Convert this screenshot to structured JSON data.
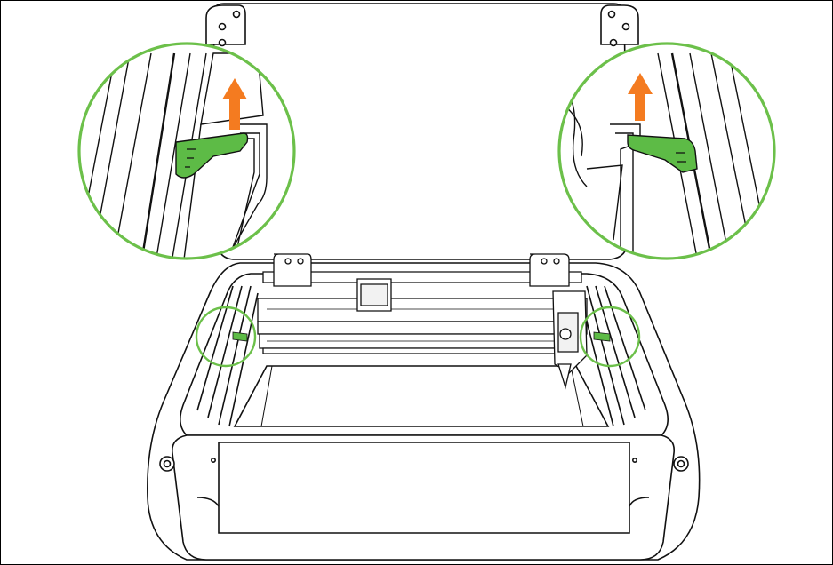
{
  "figure": {
    "subject": "laser-engraver-enclosure",
    "step": "lift-lid-latch-clips",
    "colors": {
      "outline": "#111111",
      "callout_ring": "#6cc04a",
      "clip_highlight": "#5dbb46",
      "clip_dark": "#2f8f2a",
      "arrow": "#f47b20",
      "panel": "#ffffff",
      "light_fill": "#f2f2f2"
    },
    "callouts": [
      {
        "id": "left",
        "arrow_direction": "up"
      },
      {
        "id": "right",
        "arrow_direction": "up"
      }
    ],
    "icons": [
      "lift-arrow-icon",
      "latch-clip-icon",
      "screw-icon"
    ]
  }
}
